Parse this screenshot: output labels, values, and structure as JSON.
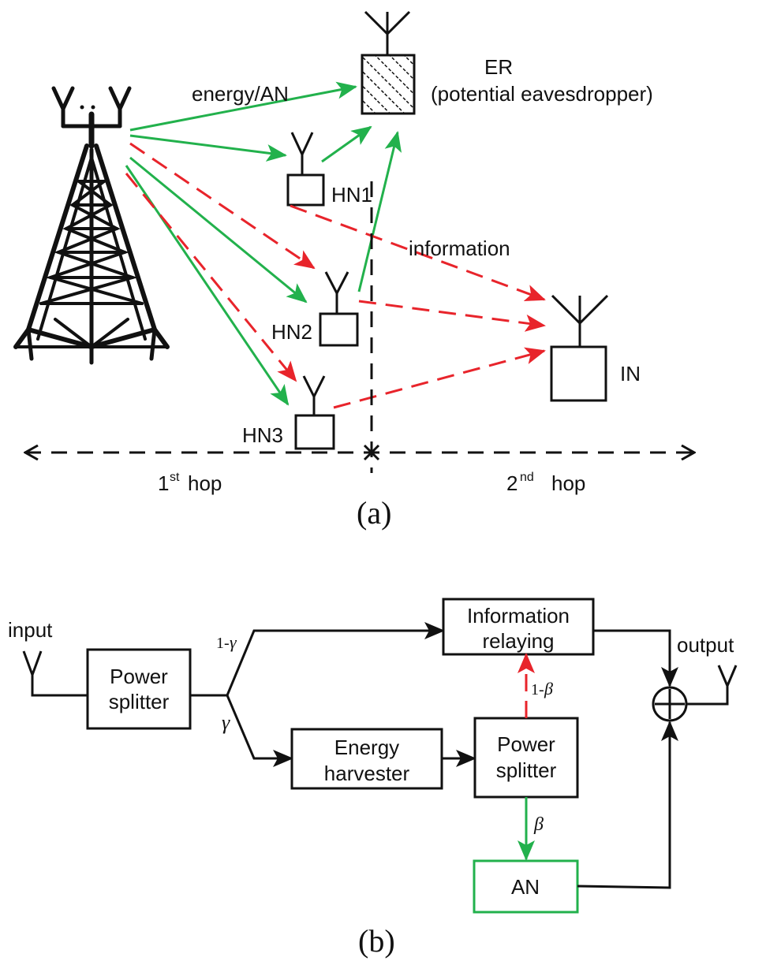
{
  "panel_a": {
    "caption": "(a)",
    "energy_label": "energy/AN",
    "er_label": "ER",
    "er_sublabel": "(potential eavesdropper)",
    "information_label": "information",
    "hn1_label": "HN1",
    "hn2_label": "HN2",
    "hn3_label": "HN3",
    "in_label": "IN",
    "hop1_num": "1",
    "hop1_sup": "st",
    "hop1_word": "hop",
    "hop2_num": "2",
    "hop2_sup": "nd",
    "hop2_word": "hop"
  },
  "panel_b": {
    "caption": "(b)",
    "input_label": "input",
    "output_label": "output",
    "power_splitter_1_line1": "Power",
    "power_splitter_1_line2": "splitter",
    "info_relay_line1": "Information",
    "info_relay_line2": "relaying",
    "energy_harvester_line1": "Energy",
    "energy_harvester_line2": "harvester",
    "power_splitter_2_line1": "Power",
    "power_splitter_2_line2": "splitter",
    "an_label": "AN",
    "one_minus_gamma": "1-",
    "gamma": "γ",
    "one_minus_beta": "1-",
    "beta": "β"
  },
  "colors": {
    "green": "#22b14c",
    "red": "#e8242b",
    "black": "#111111"
  }
}
